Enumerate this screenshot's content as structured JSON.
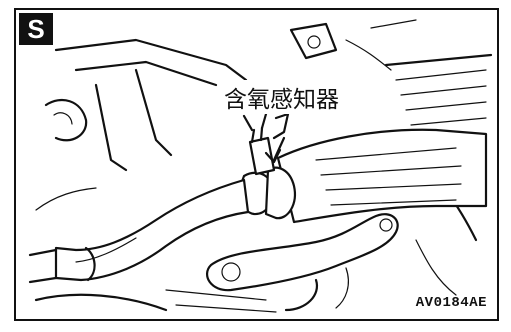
{
  "section_letter": "S",
  "callout_label": "含氧感知器",
  "figure_code": "AV0184AE",
  "icons": [
    "oxygen-sensor-icon"
  ],
  "colors": {
    "ink": "#111111",
    "paper": "#ffffff"
  }
}
